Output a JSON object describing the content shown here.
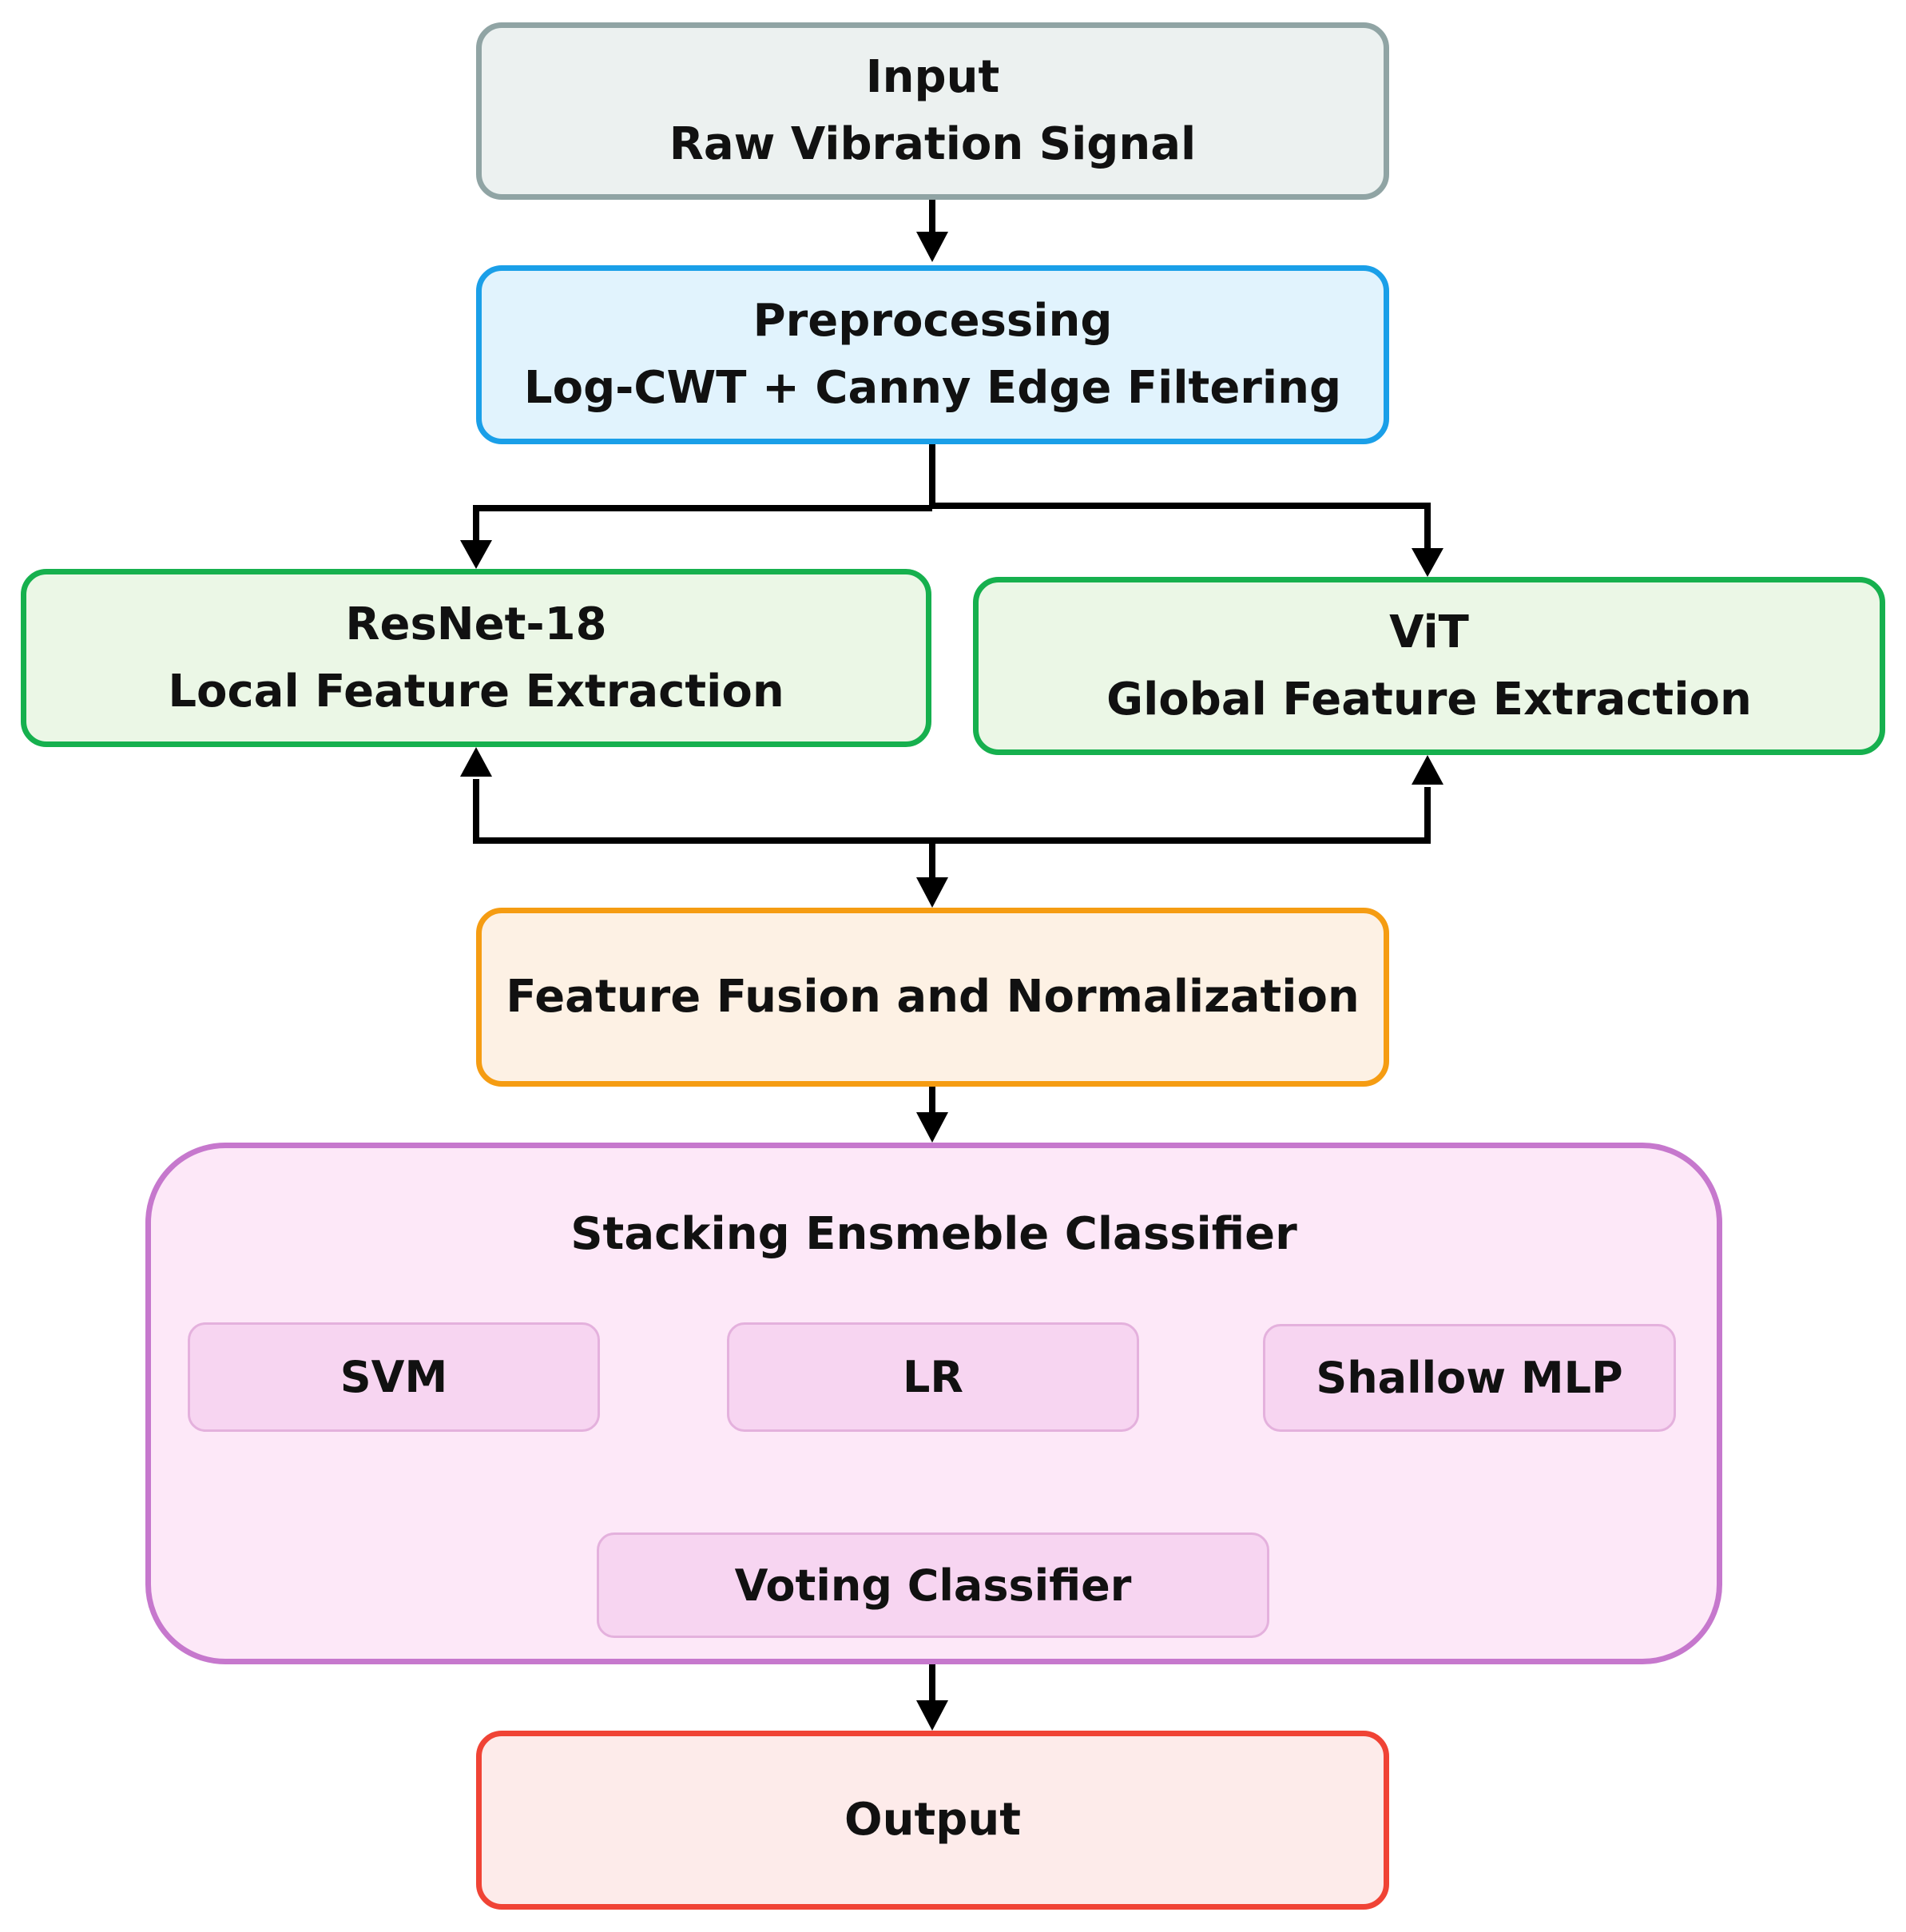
{
  "diagram": {
    "input": {
      "title": "Input",
      "subtitle": "Raw Vibration Signal",
      "fill": "#ecf1f0",
      "stroke": "#90a4a4"
    },
    "preprocessing": {
      "title": "Preprocessing",
      "subtitle": "Log-CWT + Canny Edge Filtering",
      "fill": "#e1f3fd",
      "stroke": "#1a9fe8"
    },
    "resnet": {
      "title": "ResNet-18",
      "subtitle": "Local Feature Extraction",
      "fill": "#ebf7e6",
      "stroke": "#16b04e"
    },
    "vit": {
      "title": "ViT",
      "subtitle": "Global Feature Extraction",
      "fill": "#ebf7e6",
      "stroke": "#16b04e"
    },
    "fusion": {
      "title": "Feature Fusion and Normalization",
      "fill": "#fdf1e4",
      "stroke": "#f59c12"
    },
    "ensemble": {
      "title": "Stacking Ensmeble Classifier",
      "fill": "#fde8f8",
      "stroke": "#c678cd",
      "models": [
        {
          "label": "SVM"
        },
        {
          "label": "LR"
        },
        {
          "label": "Shallow MLP"
        }
      ],
      "model_fill": "#f7d5f1",
      "model_stroke": "#e4b1dd",
      "voting": "Voting Classifier"
    },
    "output": {
      "title": "Output",
      "fill": "#fdebea",
      "stroke": "#f04335"
    },
    "connector_color": "#000000"
  }
}
